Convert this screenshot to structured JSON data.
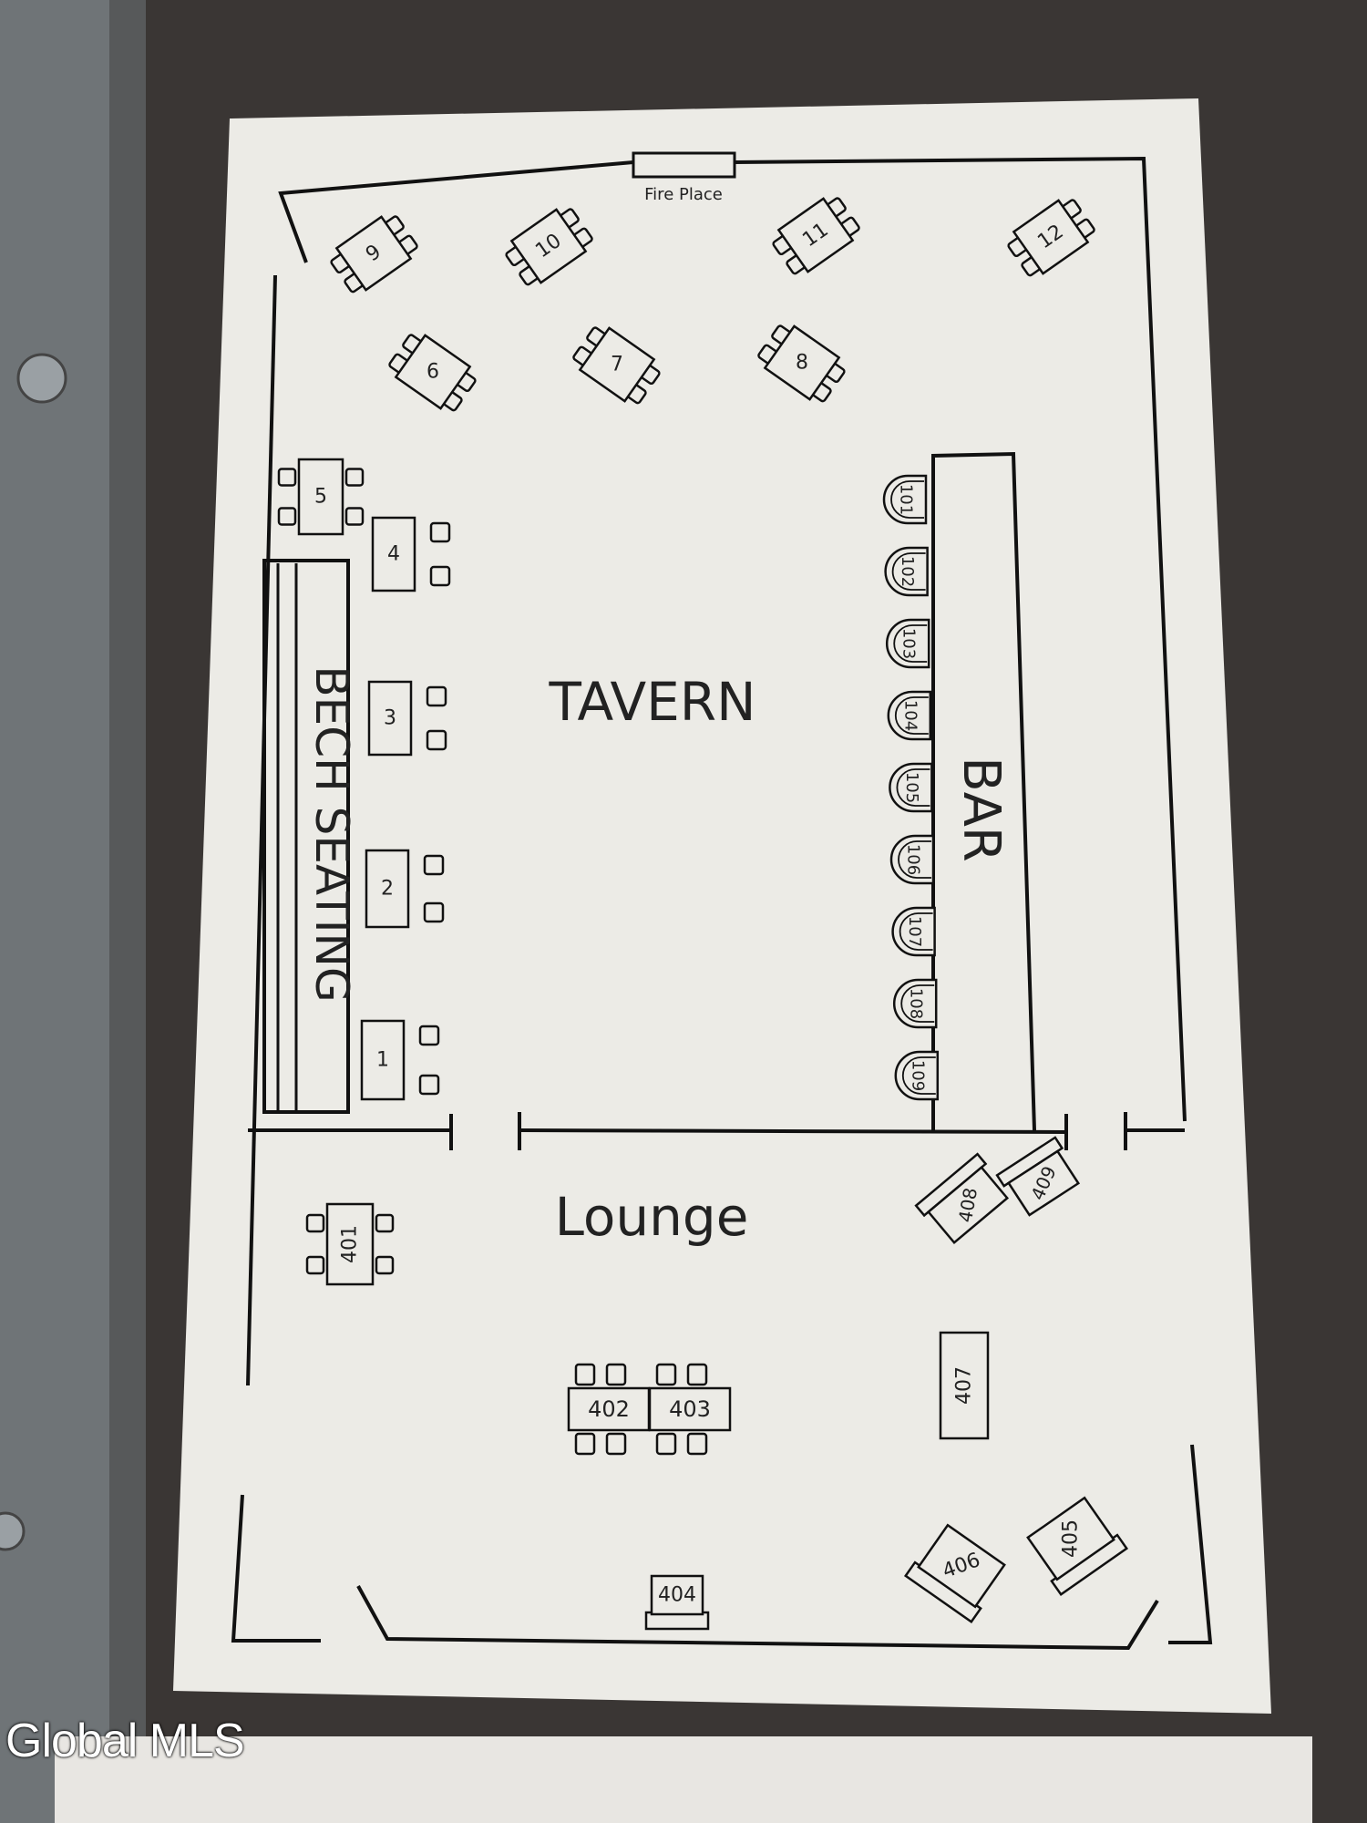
{
  "watermark": "Global MLS",
  "labels": {
    "fireplace": "Fire Place",
    "tavern": "TAVERN",
    "bar": "BAR",
    "bench": "BECH SEATING",
    "lounge": "Lounge"
  },
  "tables": {
    "t1": "1",
    "t2": "2",
    "t3": "3",
    "t4": "4",
    "t5": "5",
    "t6": "6",
    "t7": "7",
    "t8": "8",
    "t9": "9",
    "t10": "10",
    "t11": "11",
    "t12": "12",
    "t401": "401",
    "t402": "402",
    "t403": "403",
    "t404": "404",
    "t405": "405",
    "t406": "406",
    "t407": "407",
    "t408": "408",
    "t409": "409"
  },
  "bar_stools": [
    "101",
    "102",
    "103",
    "104",
    "105",
    "106",
    "107",
    "108",
    "109"
  ]
}
